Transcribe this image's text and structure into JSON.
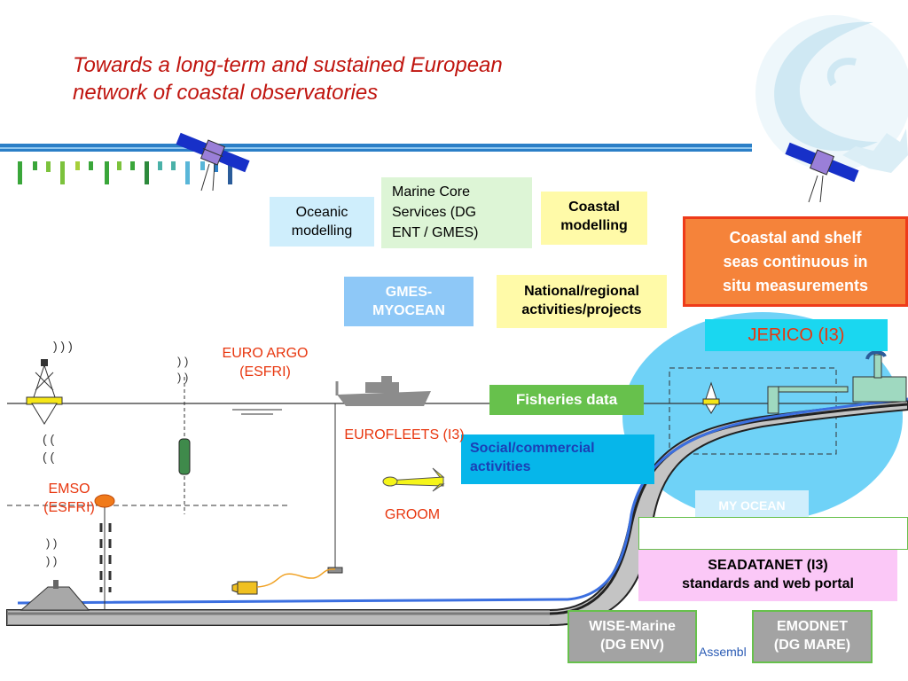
{
  "title": {
    "line1": "Towards a long-term and sustained European",
    "line2": "network of coastal observatories"
  },
  "boxes": {
    "oceanic": [
      "Oceanic",
      "modelling"
    ],
    "marine_core": [
      "Marine Core",
      "Services (DG",
      "ENT / GMES)"
    ],
    "coastal_modelling": [
      "Coastal",
      "modelling"
    ],
    "coastal_shelf": [
      "Coastal and shelf",
      "seas continuous in",
      "situ measurements"
    ],
    "gmes_myocean": [
      "GMES-",
      "MYOCEAN"
    ],
    "national": [
      "National/regional",
      "activities/projects"
    ],
    "jerico": "JERICO (I3)",
    "fisheries": "Fisheries data",
    "social": [
      "Social/commercial",
      "activities"
    ],
    "my_ocean": "MY OCEAN",
    "seadatanet": [
      "SEADATANET (I3)",
      "standards and web portal"
    ],
    "wise": [
      "WISE-Marine",
      "(DG ENV)"
    ],
    "emodnet": [
      "EMODNET",
      "(DG MARE)"
    ]
  },
  "labels": {
    "euro_argo": [
      "EURO ARGO",
      "(ESFRI)"
    ],
    "eurofleets": "EUROFLEETS (I3)",
    "emso": [
      "EMSO",
      "(ESFRI)"
    ],
    "groom": "GROOM",
    "assembly": "Assembl"
  },
  "colors": {
    "title_red": "#c0150f",
    "label_orange": "#e8360e",
    "box_light_blue": "#cfeefc",
    "box_light_green": "#ddf5d6",
    "box_yellow": "#fffaa8",
    "box_orange": "#f5833a",
    "box_cyan": "#1ad7f0",
    "box_green": "#67c14c",
    "box_deep_cyan": "#06b6ea",
    "box_pink": "#fbc8f7",
    "box_grey": "#a3a3a3",
    "jerico_circle": "#6fd2f7",
    "header_blue": "#2b7fc7"
  }
}
